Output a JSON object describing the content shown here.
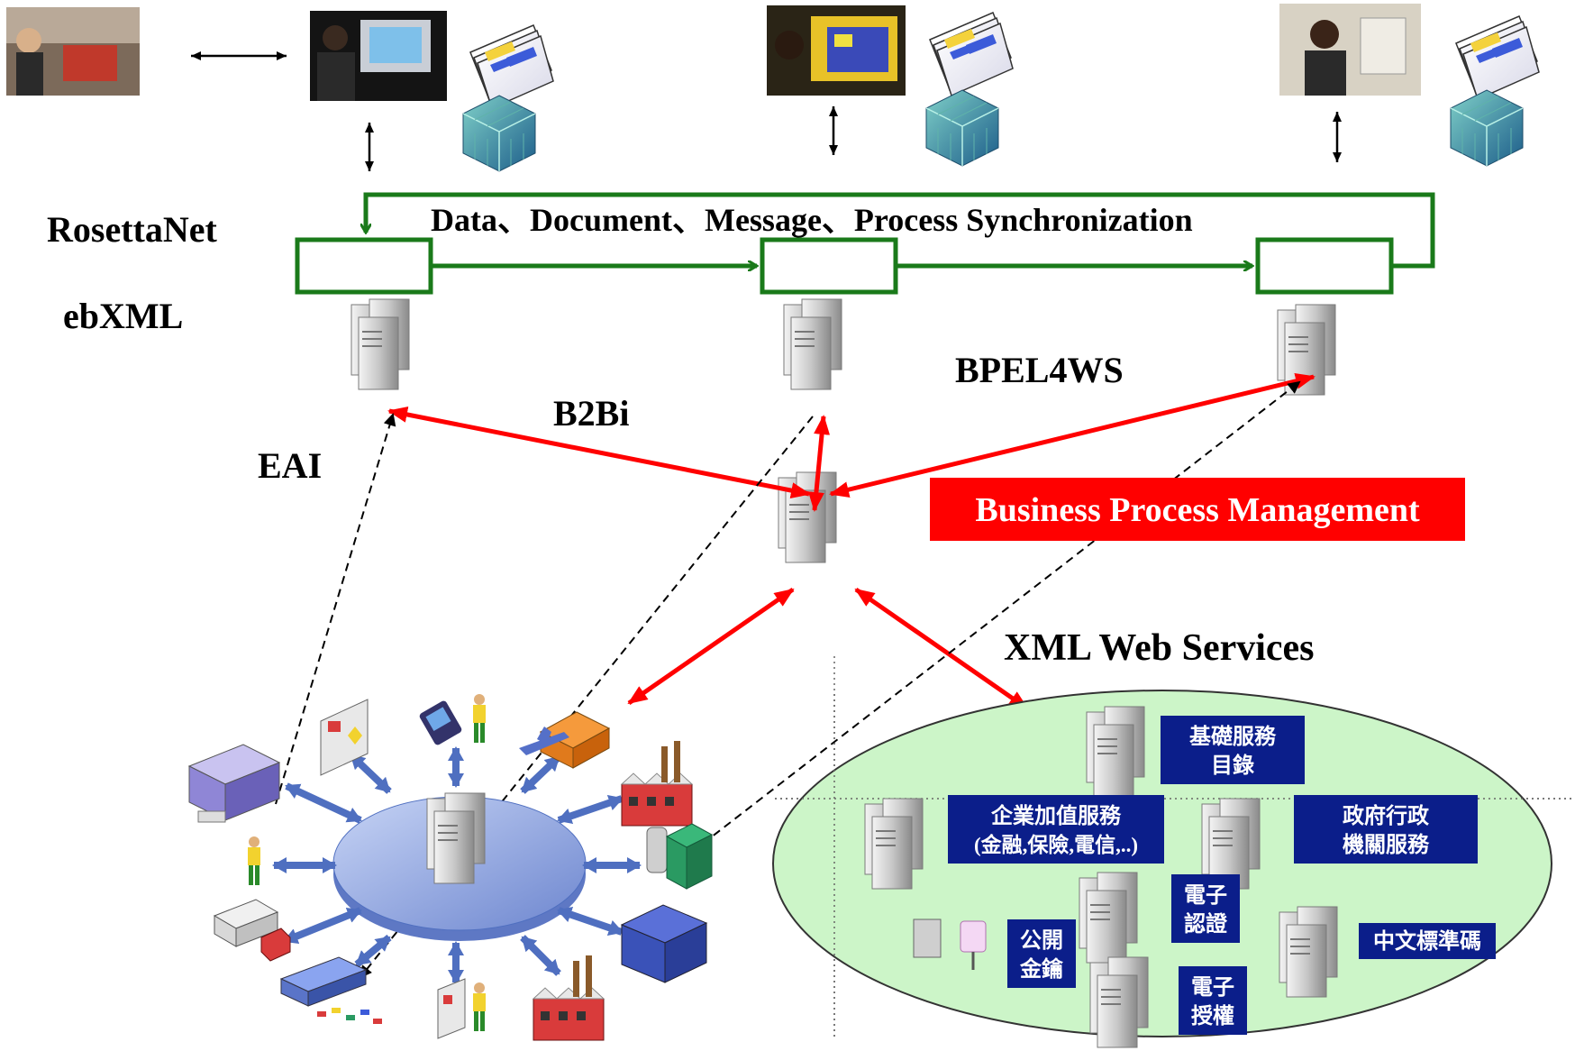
{
  "labels": {
    "rosettanet": "RosettaNet",
    "ebxml": "ebXML",
    "sync": "Data、Document、Message、Process Synchronization",
    "bpel4ws": "BPEL4WS",
    "b2bi": "B2Bi",
    "eai": "EAI",
    "bpm": "Business Process Management",
    "xml_ws": "XML Web Services"
  },
  "services": {
    "basic": [
      "基礎服務",
      "目錄"
    ],
    "enterprise": [
      "企業加值服務",
      "(金融,保險,電信,..)"
    ],
    "gov": [
      "政府行政",
      "機關服務"
    ],
    "cert": [
      "電子",
      "認證"
    ],
    "pki": [
      "公開",
      "金鑰"
    ],
    "auth": [
      "電子",
      "授權"
    ],
    "cns": [
      "中文標準碼"
    ]
  },
  "colors": {
    "green": "#1a7a1a",
    "red": "#ff0000",
    "navy": "#0b1e8a",
    "ellipse": "#ccf5c8",
    "hub": "#8fa8e6"
  },
  "icons": [
    "person-phone-photo",
    "person-computer-photo",
    "document-stack-icon",
    "cube-icon",
    "server-icon",
    "factory-icon",
    "warehouse-icon",
    "truck-icon",
    "person-icon",
    "pda-icon",
    "airplane-icon",
    "key-icon"
  ]
}
